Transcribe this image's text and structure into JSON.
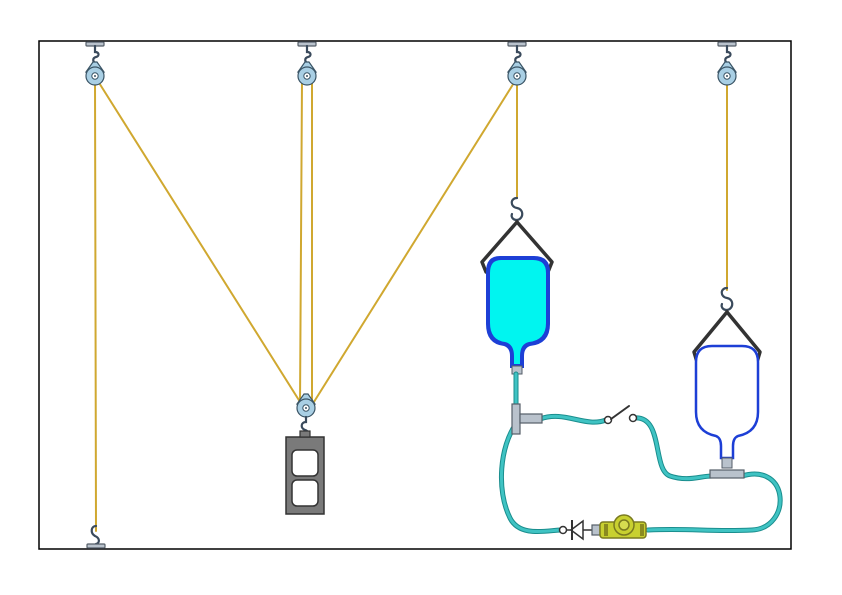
{
  "scene": {
    "ceiling_anchors": 4,
    "colors": {
      "frame": "#000000",
      "rope": "#d0a830",
      "pulley": "#a9cfe4",
      "bag_full_fluid": "#00f5f0",
      "bag_outline": "#1d3fd6",
      "tube": "#3fc3c3",
      "block": "#7a7a7a",
      "pump": "#c8d030"
    },
    "components": [
      "pulley",
      "hook",
      "weight-block",
      "iv-bag-full",
      "iv-bag-empty",
      "tee-connector",
      "switch",
      "check-valve",
      "pump"
    ]
  }
}
